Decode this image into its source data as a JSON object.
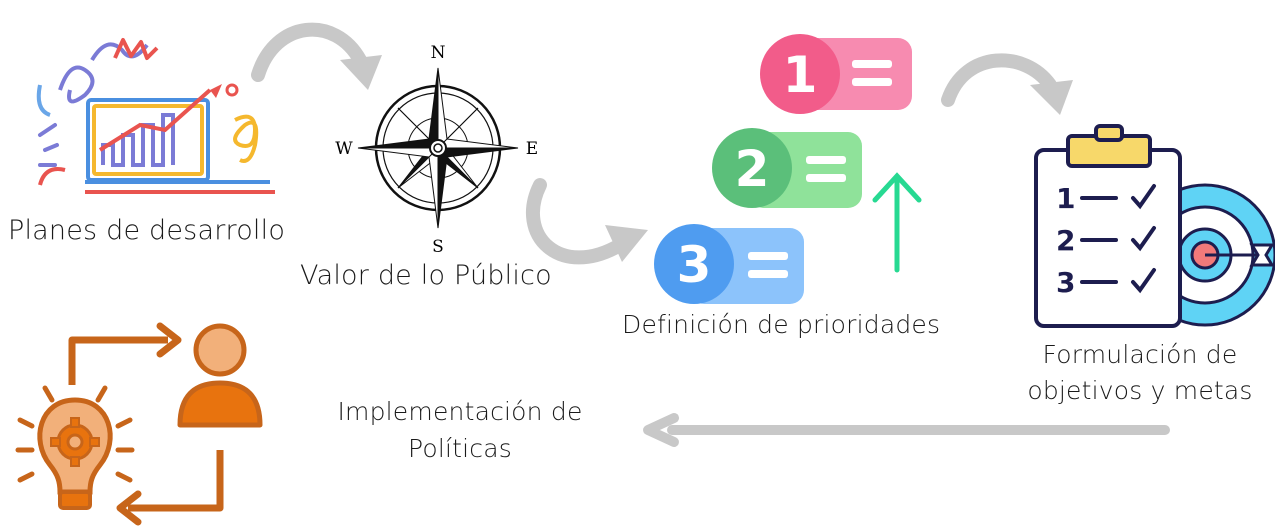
{
  "nodes": {
    "planes": {
      "label": "Planes de desarrollo",
      "icon": "chart-doodle-icon"
    },
    "valor": {
      "label": "Valor de lo Público",
      "icon": "compass-rose-icon",
      "compass": {
        "n": "N",
        "s": "S",
        "e": "E",
        "w": "W"
      }
    },
    "prioridades": {
      "label": "Definición de prioridades",
      "icon": "priority-list-icon",
      "items": [
        "1",
        "2",
        "3"
      ]
    },
    "formulacion": {
      "line1": "Formulación de",
      "line2": "objetivos y metas",
      "icon": "clipboard-target-icon",
      "checklist": [
        "1",
        "2",
        "3"
      ]
    },
    "implementacion": {
      "line1": "Implementación de",
      "line2": "Políticas",
      "icon": "lightbulb-person-cycle-icon"
    }
  },
  "colors": {
    "arrow_gray": "#c8c8c8",
    "pink": "#f25c8a",
    "pink_light": "#f78bb0",
    "green": "#5bbf7a",
    "green_light": "#8fe29a",
    "blue": "#4f9cf0",
    "blue_light": "#8cc3fb",
    "up_arrow": "#27d992",
    "orange": "#e8730e",
    "orange_light": "#f2b07a",
    "navy": "#1d1d4f",
    "clipboard_yellow": "#f7d86a",
    "target_cyan": "#5fd3f5"
  }
}
